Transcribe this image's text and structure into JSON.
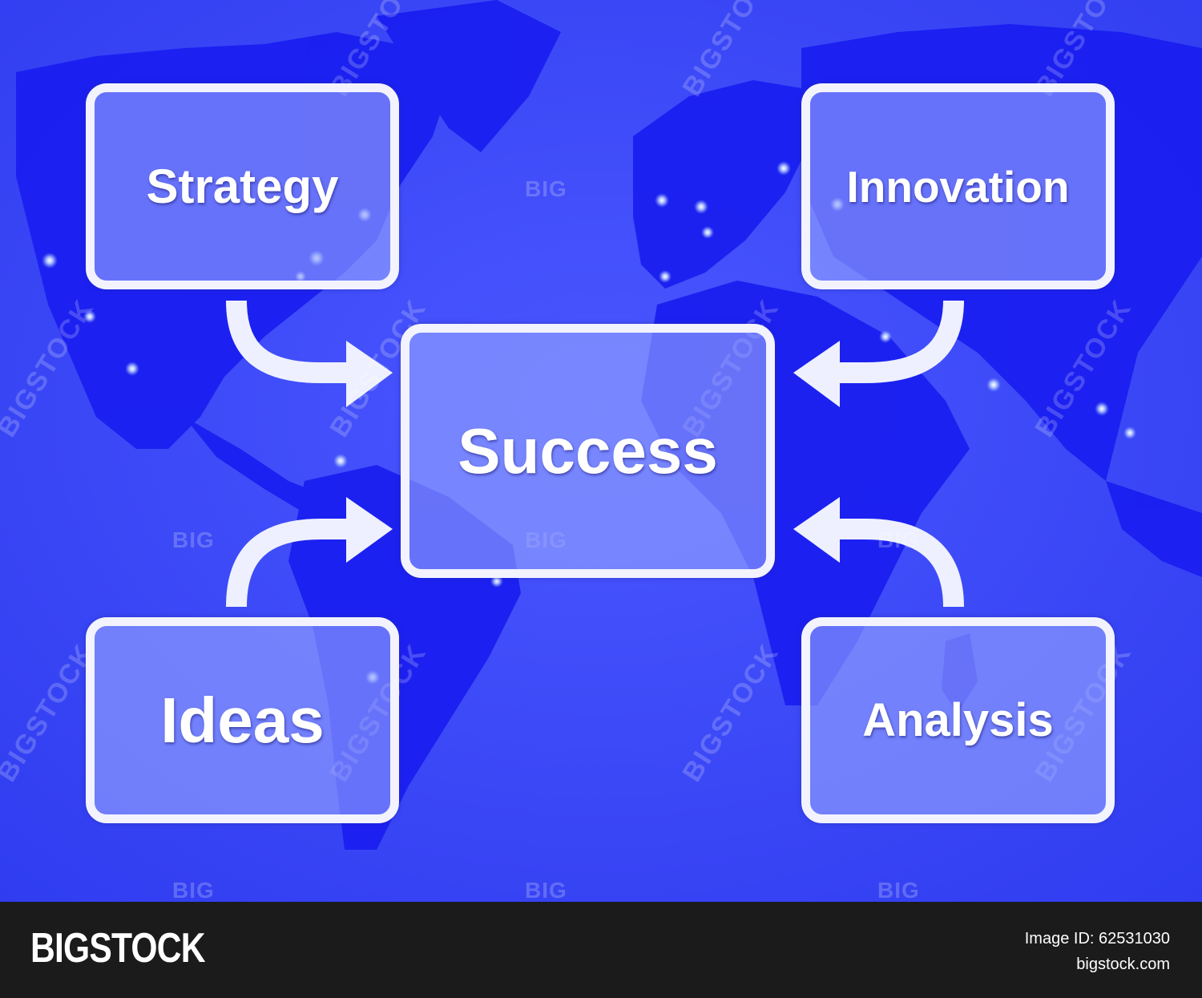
{
  "diagram": {
    "center": "Success",
    "nodes": {
      "top_left": "Strategy",
      "top_right": "Innovation",
      "bottom_left": "Ideas",
      "bottom_right": "Analysis"
    }
  },
  "watermarks": {
    "small": "BIG",
    "large": "BIGSTOCK"
  },
  "footer": {
    "logo": "BIGSTOCK",
    "image_id_label": "Image ID: ",
    "image_id": "62531030",
    "site": "bigstock.com"
  },
  "colors": {
    "ocean": "#3340f5",
    "land": "#1a1ef0",
    "box_border": "#f2f3ff",
    "footer": "#1b1b1b"
  }
}
